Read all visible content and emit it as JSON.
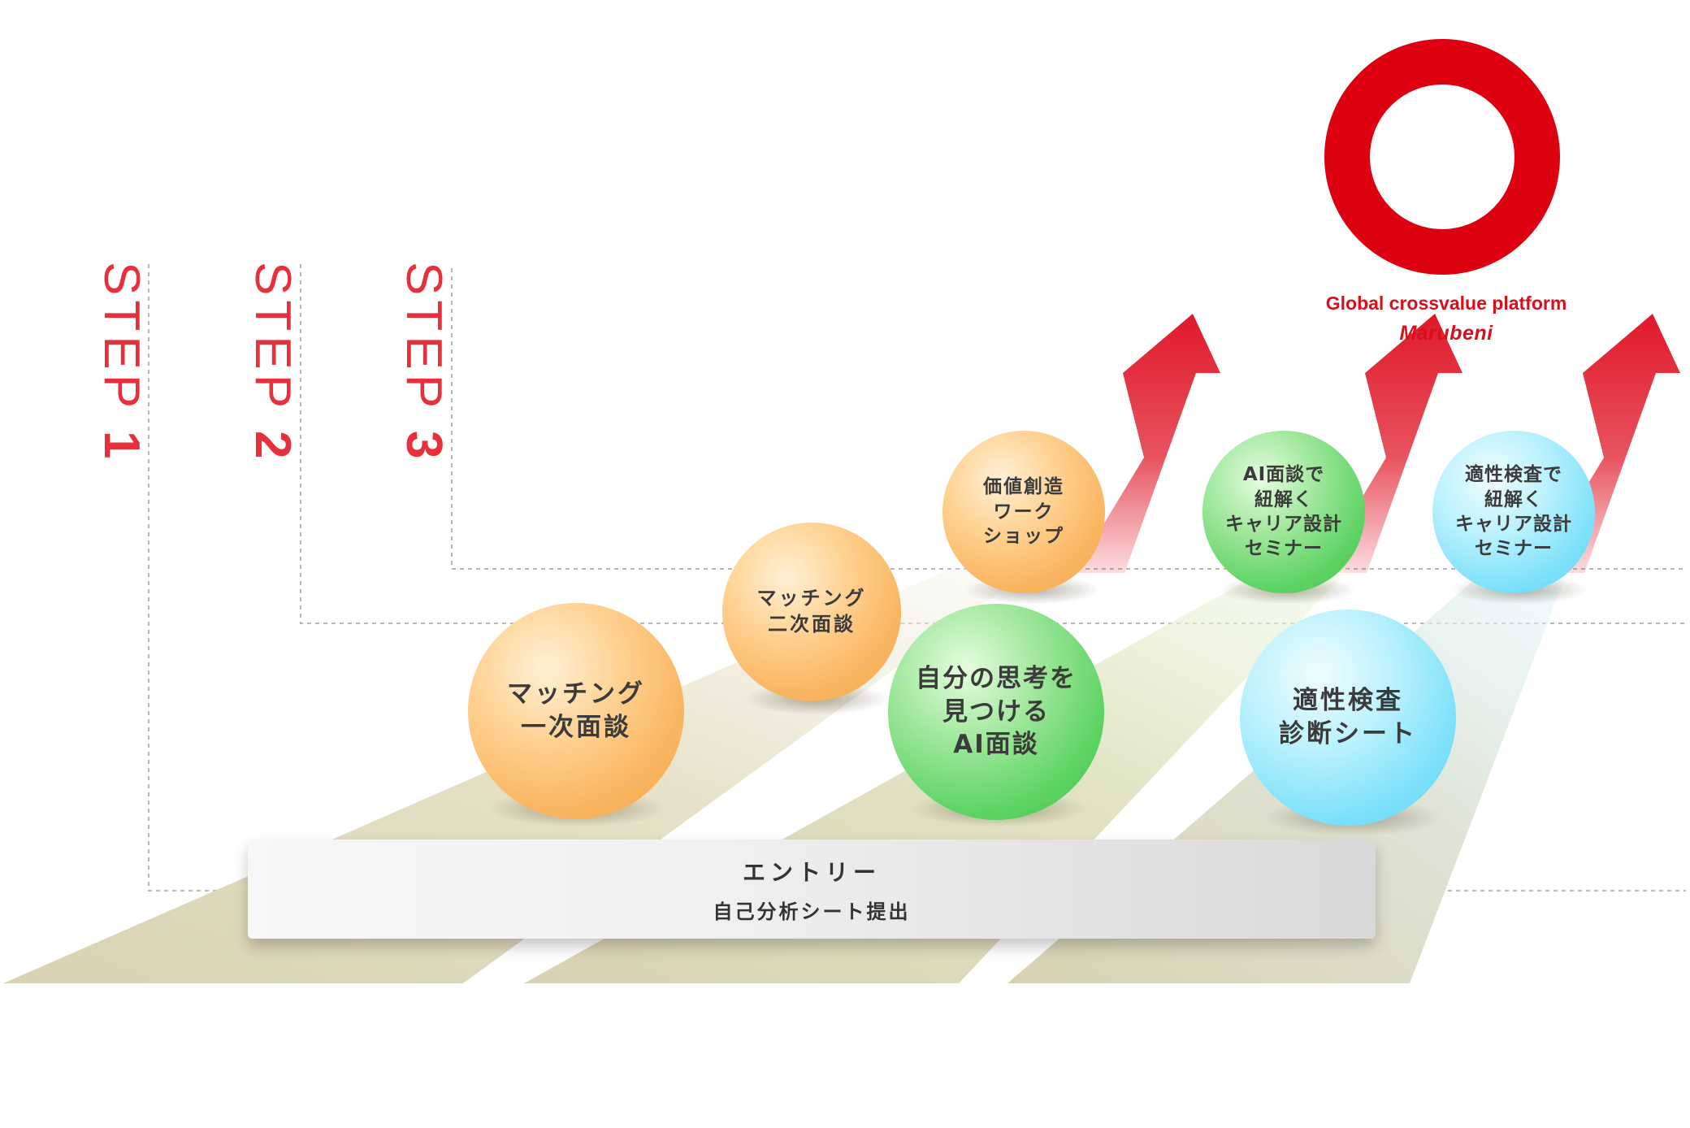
{
  "steps": [
    {
      "label": "STEP ",
      "num": "1"
    },
    {
      "label": "STEP ",
      "num": "2"
    },
    {
      "label": "STEP ",
      "num": "3"
    }
  ],
  "logo": {
    "tagline": "Global crossvalue platform",
    "wordmark": "Marubeni",
    "ring_color": "#dc0011"
  },
  "entry": {
    "title": "エントリー",
    "subtitle": "自己分析シート提出"
  },
  "balls": {
    "matching1": "マッチング\n一次面談",
    "matching2": "マッチング\n二次面談",
    "workshop": "価値創造\nワーク\nショップ",
    "ai_interview": "自分の思考を\n見つける\nAI面談",
    "ai_seminar": "AI面談で\n紐解く\nキャリア設計\nセミナー",
    "aptitude": "適性検査\n診断シート",
    "aptitude_seminar": "適性検査で\n紐解く\nキャリア設計\nセミナー"
  },
  "colors": {
    "step_red": "#e8303c",
    "arrow_red": "#e0192a",
    "road": "#ddd8bf",
    "orange": "#f9b560",
    "green": "#5fd465",
    "blue": "#7fe1fa"
  }
}
